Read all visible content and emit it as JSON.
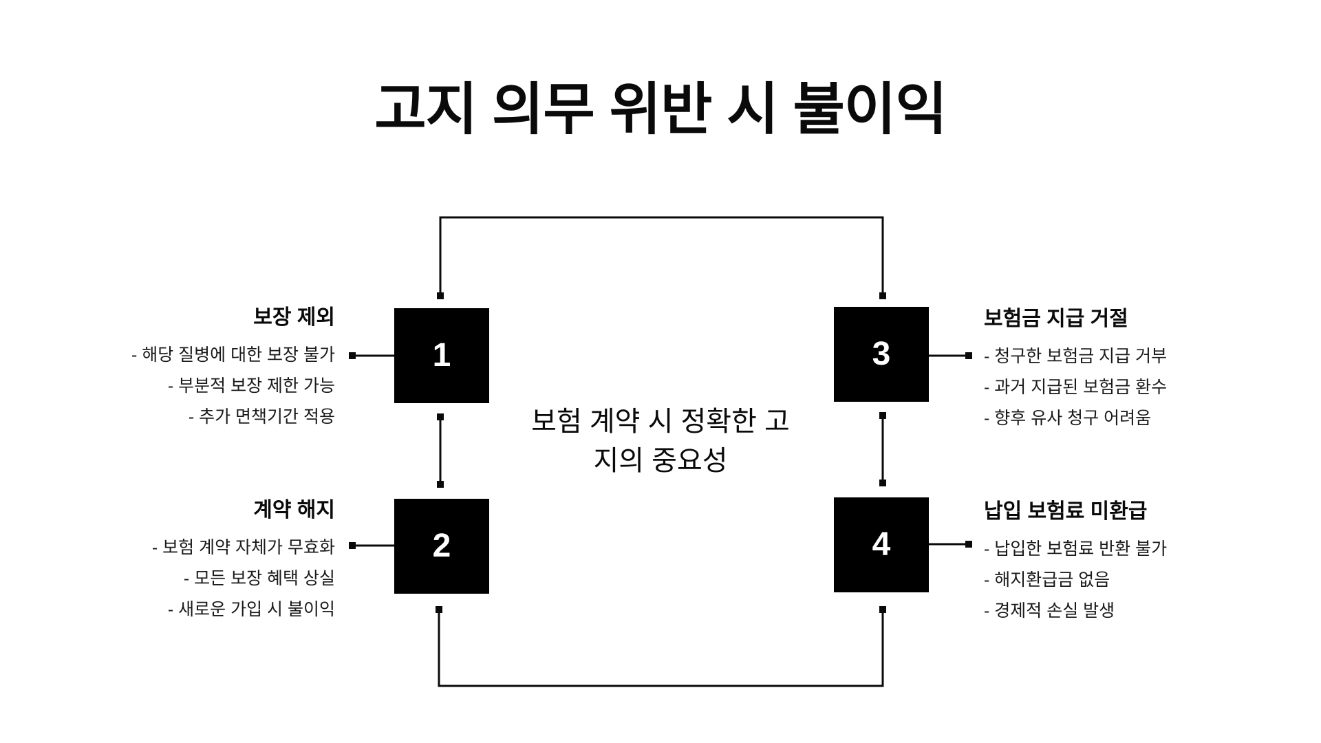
{
  "title": "고지 의무 위반 시 불이익",
  "center_note": {
    "line1": "보험 계약 시 정확한 고",
    "line2": "지의 중요성",
    "full_text": "보험 계약 시 정확한 고지의 중요성"
  },
  "nodes": [
    {
      "number": "1",
      "heading": "보장 제외",
      "bullets": [
        "- 해당 질병에 대한 보장 불가",
        "- 부분적 보장 제한 가능",
        "- 추가 면책기간 적용"
      ]
    },
    {
      "number": "2",
      "heading": "계약 해지",
      "bullets": [
        "- 보험 계약 자체가 무효화",
        "- 모든 보장 혜택 상실",
        "- 새로운 가입 시 불이익"
      ]
    },
    {
      "number": "3",
      "heading": "보험금 지급 거절",
      "bullets": [
        "- 청구한 보험금 지급 거부",
        "- 과거 지급된 보험금 환수",
        "- 향후 유사 청구 어려움"
      ]
    },
    {
      "number": "4",
      "heading": "납입 보험료 미환급",
      "bullets": [
        "- 납입한 보험료 반환 불가",
        "- 해지환급금 없음",
        "- 경제적 손실 발생"
      ]
    }
  ],
  "colors": {
    "background": "#ffffff",
    "box_fill": "#000000",
    "box_number_text": "#ffffff",
    "connector_line": "#0a0a0a",
    "text": "#111111"
  }
}
